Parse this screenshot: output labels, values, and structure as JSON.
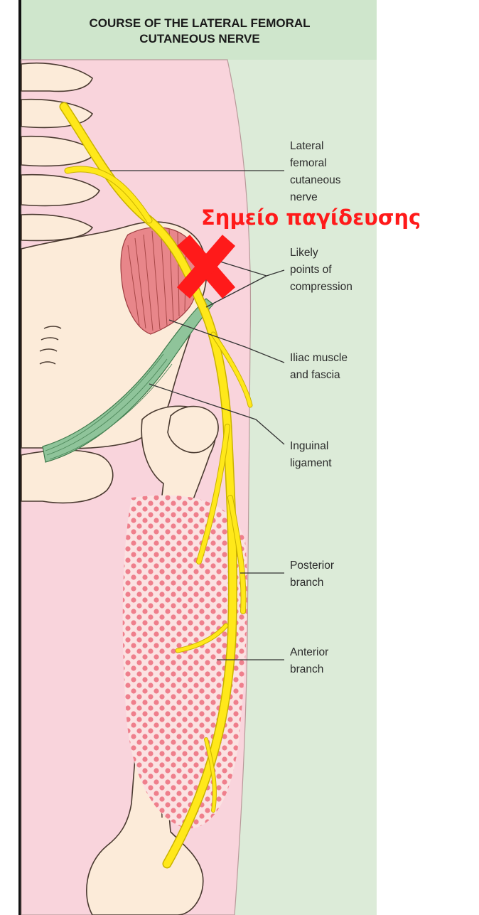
{
  "title": {
    "line1": "COURSE OF THE LATERAL FEMORAL",
    "line2": "CUTANEOUS NERVE"
  },
  "labels": {
    "nerve": [
      "Lateral",
      "femoral",
      "cutaneous",
      "nerve"
    ],
    "compression": [
      "Likely",
      "points of",
      "compression"
    ],
    "iliac": [
      "Iliac muscle",
      "and fascia"
    ],
    "inguinal": [
      "Inguinal",
      "ligament"
    ],
    "posterior": [
      "Posterior",
      "branch"
    ],
    "anterior": [
      "Anterior",
      "branch"
    ]
  },
  "overlay": {
    "entrapment_label": "Σημείο παγίδευσης",
    "marker_icon": "red-x-icon"
  },
  "colors": {
    "header_bg": "#cfe6cc",
    "body_bg": "#dcebd8",
    "leg_pink": "#f9d4dc",
    "nerve_yellow": "#ffe81a",
    "muscle_red": "#e8868a",
    "ligament_green": "#8fc49a",
    "dots_red": "#ef7f8c",
    "overlay_red": "#ff1a1a"
  }
}
